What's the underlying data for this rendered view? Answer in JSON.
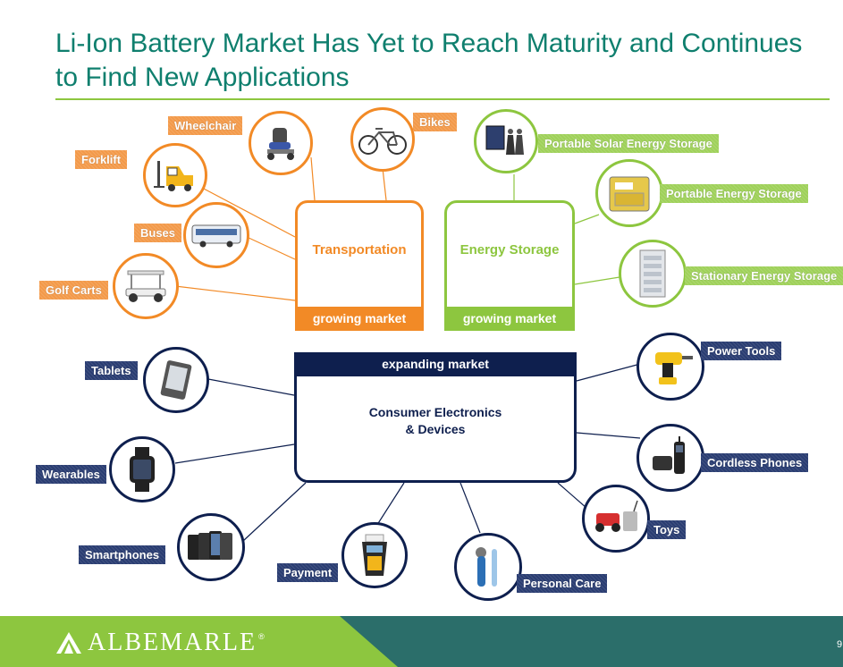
{
  "title": "Li-Ion Battery Market Has Yet to Reach Maturity and Continues to Find New Applications",
  "hubs": {
    "transportation": {
      "title": "Transportation",
      "status": "growing market"
    },
    "energy_storage": {
      "title": "Energy Storage",
      "status": "growing market"
    },
    "consumer": {
      "status": "expanding market",
      "title": "Consumer Electronics & Devices"
    }
  },
  "items": {
    "wheelchair": "Wheelchair",
    "bikes": "Bikes",
    "forklift": "Forklift",
    "buses": "Buses",
    "golf_carts": "Golf Carts",
    "portable_solar": "Portable Solar Energy Storage",
    "portable_energy": "Portable Energy Storage",
    "stationary_energy": "Stationary Energy Storage",
    "tablets": "Tablets",
    "wearables": "Wearables",
    "smartphones": "Smartphones",
    "payment": "Payment",
    "personal_care": "Personal Care",
    "toys": "Toys",
    "cordless_phones": "Cordless Phones",
    "power_tools": "Power Tools"
  },
  "colors": {
    "transportation": "#f28a26",
    "energy_storage": "#8dc63f",
    "consumer": "#0e1f4e",
    "title": "#0f7f6e"
  },
  "footer": {
    "logo": "ALBEMARLE",
    "registered": "®",
    "page": "9"
  }
}
